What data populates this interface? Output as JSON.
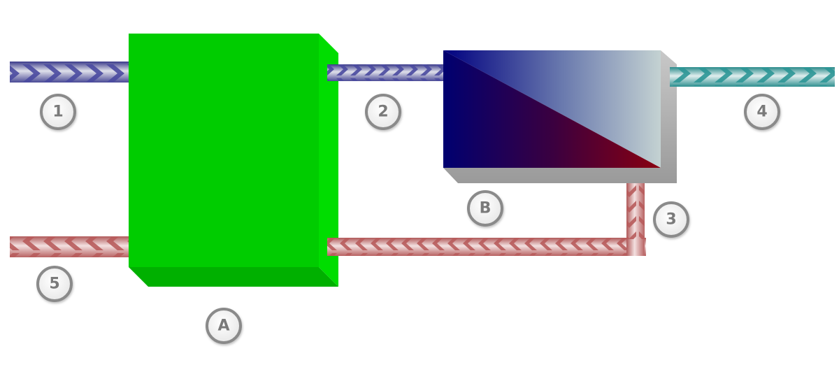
{
  "colors": {
    "background": "#ffffff",
    "unit_a_face": "#00cc00",
    "unit_a_side": "#00dd00",
    "unit_a_bottom": "#00b300",
    "unit_b_dark_blue": "#000080",
    "unit_b_red": "#8a0010",
    "unit_b_light": "#b8c8c8",
    "unit_b_shadow": "#a0a0a0",
    "stream_blue": "#5a5aaa",
    "stream_teal": "#3aa0a0",
    "stream_red": "#c87272",
    "badge_ring": "#8a8a8a",
    "badge_text": "#7a7a7a"
  },
  "streams": [
    {
      "id": "1",
      "label": "1",
      "direction": "right",
      "color": "blue"
    },
    {
      "id": "2",
      "label": "2",
      "direction": "right",
      "color": "blue"
    },
    {
      "id": "3",
      "label": "3",
      "direction": "down",
      "color": "red"
    },
    {
      "id": "4",
      "label": "4",
      "direction": "right",
      "color": "teal"
    },
    {
      "id": "5",
      "label": "5",
      "direction": "left",
      "color": "red"
    }
  ],
  "units": [
    {
      "id": "A",
      "label": "A"
    },
    {
      "id": "B",
      "label": "B"
    }
  ]
}
